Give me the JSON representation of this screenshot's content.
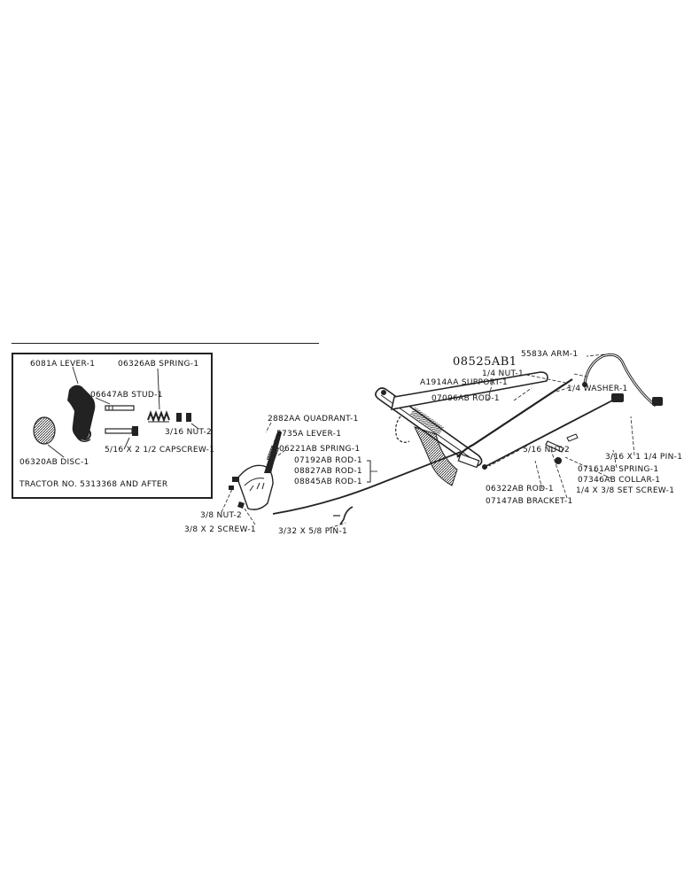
{
  "inset": {
    "tractor_note": "TRACTOR NO. 5313368 AND AFTER",
    "labels": {
      "lever": "6081A LEVER-1",
      "spring": "06326AB SPRING-1",
      "stud": "06647AB STUD-1",
      "nut": "3/16 NUT-2",
      "capscrew": "5/16 X 2 1/2 CAPSCREW-1",
      "disc": "06320AB DISC-1"
    }
  },
  "main": {
    "labels": {
      "part_number": "08525AB1",
      "arm": "5583A ARM-1",
      "nut_quarter": "1/4 NUT-1",
      "washer": "1/4 WASHER-1",
      "support": "A1914AA SUPPORT-1",
      "rod_07096": "07096AB ROD-1",
      "nut_516": "5/16 NUT-2",
      "quadrant": "2882AA QUADRANT-1",
      "lever": "5735A LEVER-1",
      "spring_06221": "06221AB SPRING-1",
      "rod_07192": "07192AB ROD-1",
      "rod_08827": "08827AB ROD-1",
      "rod_08845": "08845AB ROD-1",
      "pin_316": "3/16 X 1 1/4 PIN-1",
      "spring_07161": "07161AB SPRING-1",
      "collar": "07346AB COLLAR-1",
      "set_screw": "1/4 X 3/8 SET SCREW-1",
      "rod_06322": "06322AB ROD-1",
      "bracket": "07147AB BRACKET-1",
      "nut_38": "3/8 NUT-2",
      "screw_38": "3/8 X 2 SCREW-1",
      "pin_332": "3/32 X 5/8 PIN-1"
    }
  }
}
